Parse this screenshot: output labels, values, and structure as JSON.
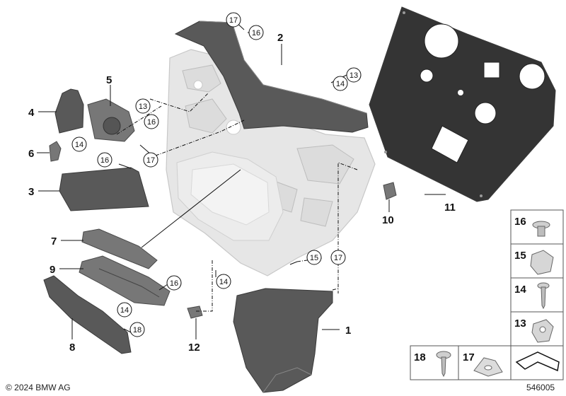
{
  "labels": {
    "p1": "1",
    "p2": "2",
    "p3": "3",
    "p4": "4",
    "p5": "5",
    "p6": "6",
    "p7": "7",
    "p8": "8",
    "p9": "9",
    "p10": "10",
    "p11": "11",
    "p12": "12"
  },
  "callouts": {
    "c17_top": "17",
    "c16_top": "16",
    "c13_right": "13",
    "c14_right": "14",
    "c13_left": "13",
    "c16_left": "16",
    "c14_left": "14",
    "c16_trim3": "16",
    "c17_mid": "17",
    "c15_low": "15",
    "c17_low": "17",
    "c14_low": "14",
    "c16_bot": "16",
    "c14_bot": "14",
    "c18_bot": "18"
  },
  "legend": {
    "i16": "16",
    "i15": "15",
    "i14": "14",
    "i13": "13",
    "i18": "18",
    "i17": "17"
  },
  "footer": {
    "copyright": "© 2024 BMW AG",
    "diagram_number": "546005"
  }
}
